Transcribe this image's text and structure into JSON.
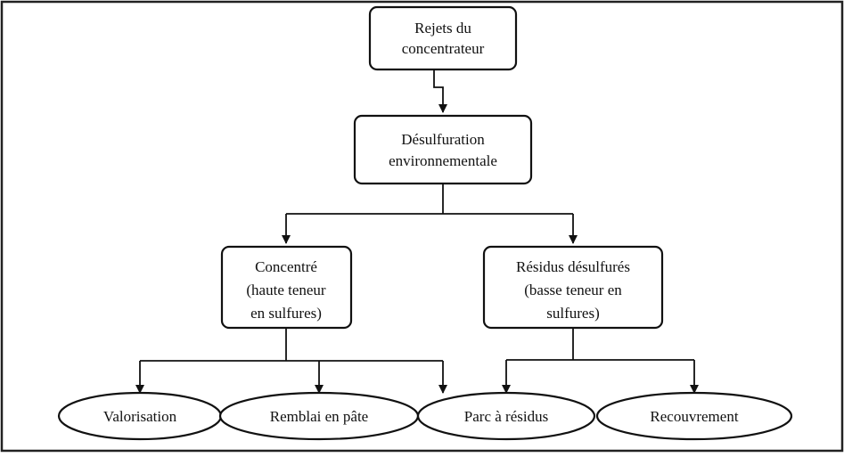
{
  "nodes": {
    "rejets": [
      "Rejets du",
      "concentrateur"
    ],
    "desulfuration": [
      "Désulfuration",
      "environnementale"
    ],
    "concentre": [
      "Concentré",
      "(haute teneur",
      "en sulfures)"
    ],
    "residus": [
      "Résidus désulfurés",
      "(basse teneur en",
      "sulfures)"
    ],
    "valorisation": "Valorisation",
    "remblai": "Remblai en pâte",
    "parc": "Parc à résidus",
    "recouvrement": "Recouvrement"
  }
}
